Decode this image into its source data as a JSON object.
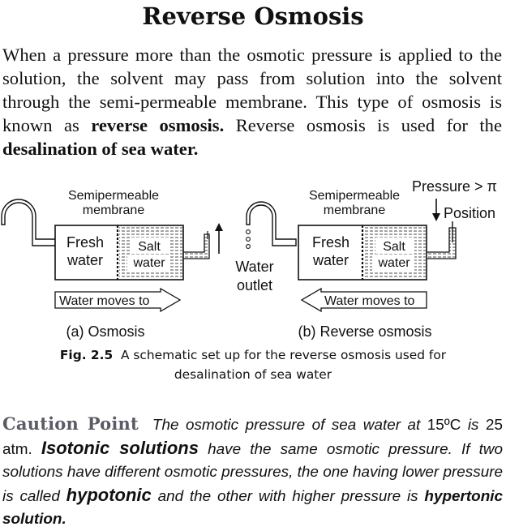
{
  "title": "Reverse Osmosis",
  "intro": {
    "p1": "When a pressure more than the osmotic pressure is applied to the solution, the solvent may pass from solution into the solvent through the semi-permeable membrane. This type of osmosis is known as ",
    "b1": "reverse osmosis.",
    "p2": " Reverse osmosis is used for the ",
    "b2": "desalination of sea water."
  },
  "figure": {
    "left": {
      "membrane_label_1": "Semipermeable",
      "membrane_label_2": "membrane",
      "fresh_1": "Fresh",
      "fresh_2": "water",
      "salt_1": "Salt",
      "salt_2": "water",
      "arrow_label": "Water moves to",
      "subcaption": "(a) Osmosis"
    },
    "right": {
      "membrane_label_1": "Semipermeable",
      "membrane_label_2": "membrane",
      "pressure_label": "Pressure > π",
      "position_label": "Position",
      "outlet_1": "Water",
      "outlet_2": "outlet",
      "fresh_1": "Fresh",
      "fresh_2": "water",
      "salt_1": "Salt",
      "salt_2": "water",
      "arrow_label": "Water moves to",
      "subcaption": "(b) Reverse osmosis"
    }
  },
  "caption": {
    "label": "Fig. 2.5",
    "line1": "A schematic set up for the reverse osmosis used for",
    "line2": "desalination of sea water"
  },
  "caution": {
    "heading": "Caution Point",
    "t1": "The osmotic pressure of sea water at ",
    "temp": "15ºC",
    "t2": " is ",
    "atm": "25 atm.",
    "b1": "Isotonic solutions",
    "t3": " have the same osmotic pressure. If two solutions have different osmotic pressures, the one having lower pressure is called ",
    "b2": "hypotonic",
    "t4": " and the other with higher pressure is ",
    "b3": "hypertonic solution."
  }
}
